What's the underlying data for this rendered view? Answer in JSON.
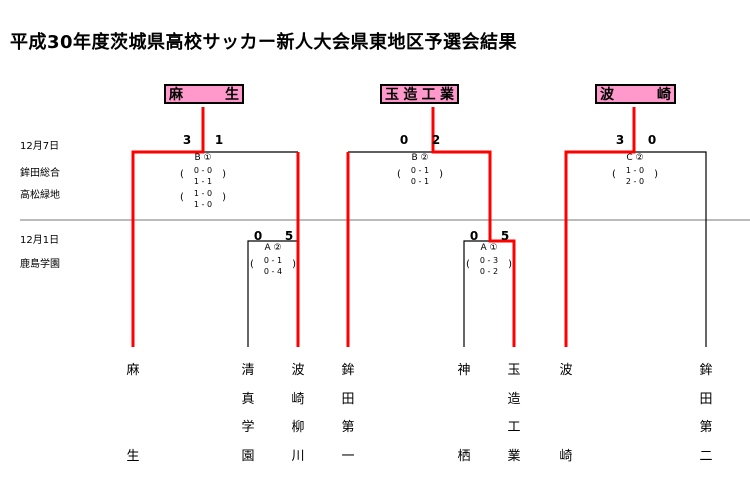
{
  "title": "平成30年度茨城県高校サッカー新人大会県東地区予選会結果",
  "schedule": [
    {
      "date": "12月7日",
      "venues": [
        "鉾田総合",
        "高松緑地"
      ]
    },
    {
      "date": "12月1日",
      "venues": [
        "鹿島学園"
      ]
    }
  ],
  "winners": [
    {
      "chars": [
        "麻",
        "生"
      ]
    },
    {
      "chars": [
        "玉",
        "造",
        "工",
        "業"
      ]
    },
    {
      "chars": [
        "波",
        "崎"
      ]
    }
  ],
  "matches": [
    {
      "game": "B ①",
      "left": "3",
      "right": "1",
      "pk": [
        [
          "0 - 0",
          "1 - 1"
        ],
        [
          "1 - 0",
          "1 - 0"
        ]
      ]
    },
    {
      "game": "A ②",
      "left": "0",
      "right": "5",
      "pk": [
        [
          "0 - 1",
          "0 - 4"
        ]
      ]
    },
    {
      "game": "B ②",
      "left": "0",
      "right": "2",
      "pk": [
        [
          "0 - 1",
          "0 - 1"
        ]
      ]
    },
    {
      "game": "A ①",
      "left": "0",
      "right": "5",
      "pk": [
        [
          "0 - 3",
          "0 - 2"
        ]
      ]
    },
    {
      "game": "C ②",
      "left": "3",
      "right": "0",
      "pk": [
        [
          "1 - 0",
          "2 - 0"
        ]
      ]
    }
  ],
  "teams": [
    [
      "麻",
      "",
      "",
      "生"
    ],
    [
      "清",
      "真",
      "学",
      "園"
    ],
    [
      "波",
      "崎",
      "柳",
      "川"
    ],
    [
      "鉾",
      "田",
      "第",
      "一"
    ],
    [
      "神",
      "",
      "",
      "栖"
    ],
    [
      "玉",
      "造",
      "工",
      "業"
    ],
    [
      "波",
      "",
      "",
      "崎"
    ],
    [
      "鉾",
      "田",
      "第",
      "二"
    ]
  ],
  "colors": {
    "win_line": "#ff0000",
    "lose_line": "#000000",
    "winner_box": "#ff99cc"
  }
}
